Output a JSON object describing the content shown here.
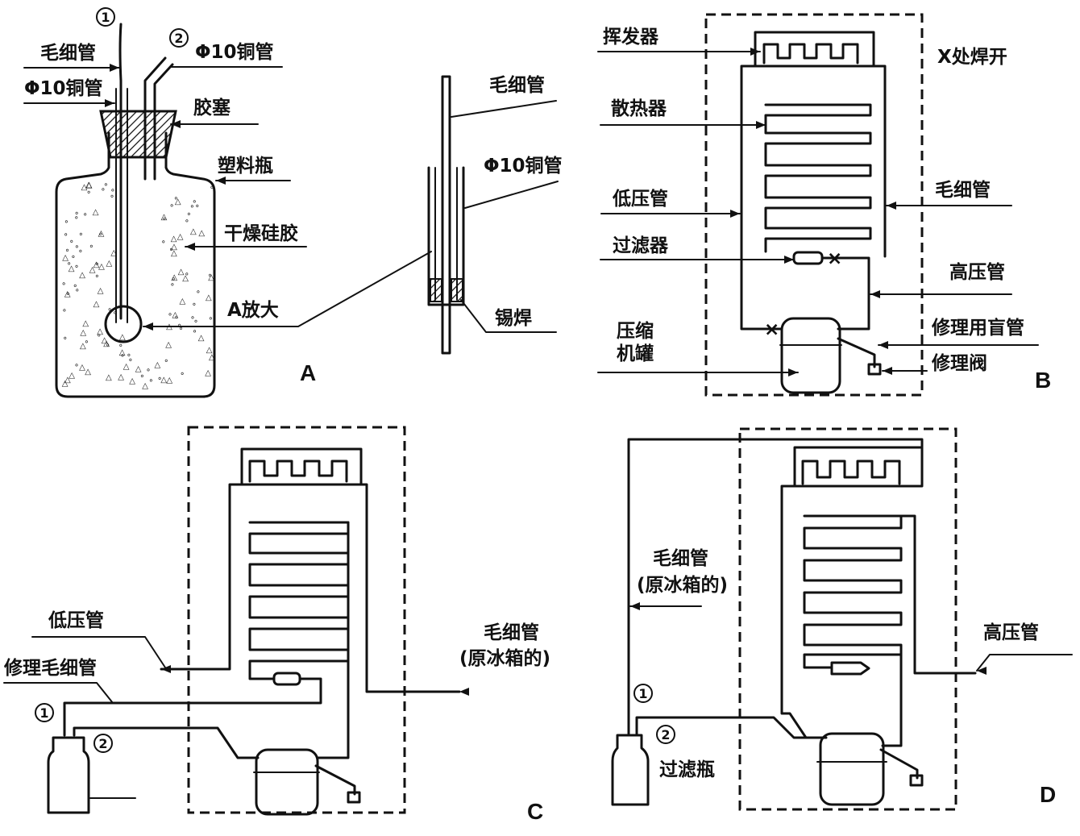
{
  "panel_a": {
    "letter": "A",
    "marker_1": "1",
    "marker_2": "2",
    "label_capillary": "毛细管",
    "label_copper_tube_top": "Φ10铜管",
    "label_copper_tube_left": "Φ10铜管",
    "label_rubber_plug": "胶塞",
    "label_plastic_bottle": "塑料瓶",
    "label_silica_gel": "干燥硅胶",
    "label_enlarge": "A放大",
    "detail_capillary": "毛细管",
    "detail_copper_tube": "Φ10铜管",
    "detail_solder": "锡焊"
  },
  "panel_b": {
    "letter": "B",
    "label_evaporator": "挥发器",
    "label_x_cut": "X处焊开",
    "label_radiator": "散热器",
    "label_capillary": "毛细管",
    "label_low_pressure": "低压管",
    "label_filter": "过滤器",
    "label_high_pressure": "高压管",
    "label_compressor_line1": "压缩",
    "label_compressor_line2": "机罐",
    "label_repair_tube": "修理用盲管",
    "label_repair_valve": "修理阀"
  },
  "panel_c": {
    "letter": "C",
    "label_low_pressure": "低压管",
    "label_repair_capillary": "修理毛细管",
    "label_orig_capillary_1": "毛细管",
    "label_orig_capillary_2": "(原冰箱的)",
    "marker_1": "1",
    "marker_2": "2"
  },
  "panel_d": {
    "letter": "D",
    "label_orig_capillary_1": "毛细管",
    "label_orig_capillary_2": "(原冰箱的)",
    "label_high_pressure": "高压管",
    "label_filter_bottle": "过滤瓶",
    "marker_1": "1",
    "marker_2": "2"
  }
}
